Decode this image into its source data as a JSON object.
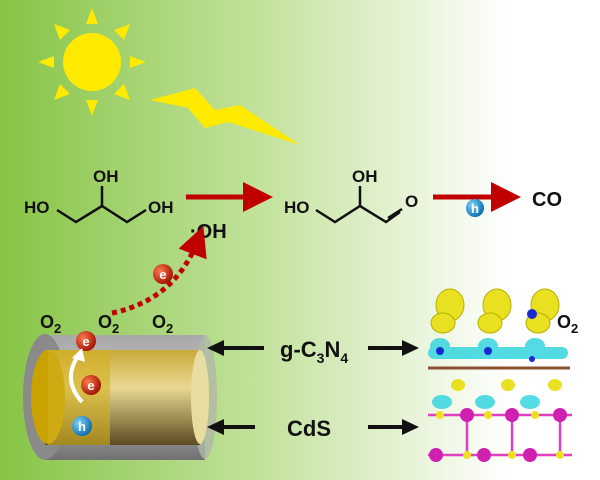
{
  "molecules": {
    "glycerol": {
      "ho_left": "HO",
      "oh_top": "OH",
      "oh_right": "OH"
    },
    "glyceraldehyde": {
      "ho_left": "HO",
      "oh_top": "OH",
      "carbonyl_o": "O"
    },
    "hydroxyl_radical": "·OH",
    "product": "CO"
  },
  "carriers": {
    "electron": "e",
    "hole": "h"
  },
  "oxygen": {
    "base": "O",
    "sub": "2"
  },
  "labels": {
    "shell": {
      "a": "g-C",
      "sub1": "3",
      "b": "N",
      "sub2": "4"
    },
    "core": "CdS"
  },
  "colors": {
    "reaction_arrow": "#c00000",
    "sun": "#ffea00",
    "electron": "#c8200a",
    "hole": "#1a8fd0",
    "shell": "#8f8f8f",
    "core": "#d9b53a"
  }
}
